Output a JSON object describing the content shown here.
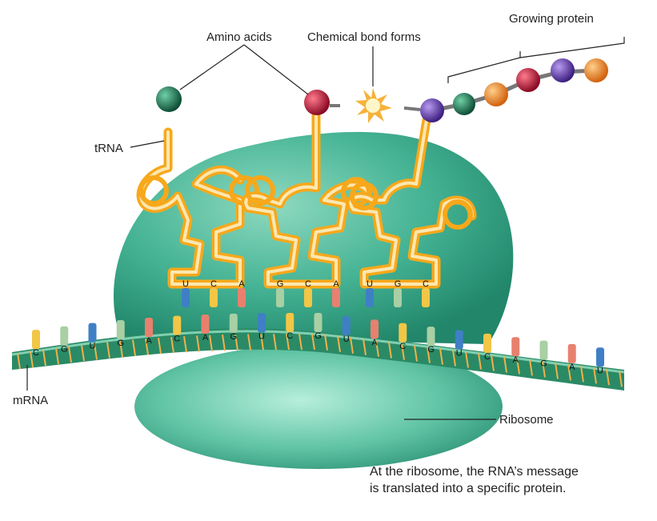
{
  "labels": {
    "amino_acids": "Amino acids",
    "chemical_bond": "Chemical bond forms",
    "growing_protein": "Growing protein",
    "trna": "tRNA",
    "mrna": "mRNA",
    "ribosome": "Ribosome"
  },
  "caption": {
    "line1": "At the ribosome, the RNA’s message",
    "line2": "is translated into a specific protein."
  },
  "mrna_bases": [
    "C",
    "G",
    "U",
    "G",
    "A",
    "C",
    "A",
    "G",
    "U",
    "C",
    "G",
    "U",
    "A",
    "C",
    "G",
    "U",
    "C",
    "A",
    "G",
    "A",
    "U"
  ],
  "anticodons": [
    [
      "U",
      "C",
      "A"
    ],
    [
      "G",
      "C",
      "A"
    ],
    [
      "U",
      "G",
      "C"
    ]
  ],
  "colors": {
    "ribosome": "#3fae90",
    "ribosome_light": "#9fe0c8",
    "mrna_strand": "#2a8a66",
    "trna": "#f7a81b",
    "A": "#e8806e",
    "C": "#f2c646",
    "G": "#a9cfa4",
    "U": "#3f7fc6",
    "amino_green": "#1f6b4f",
    "amino_red": "#c0173a",
    "amino_purple": "#6a3fb0",
    "amino_orange": "#f08a24",
    "spark": "#f6b23a"
  }
}
